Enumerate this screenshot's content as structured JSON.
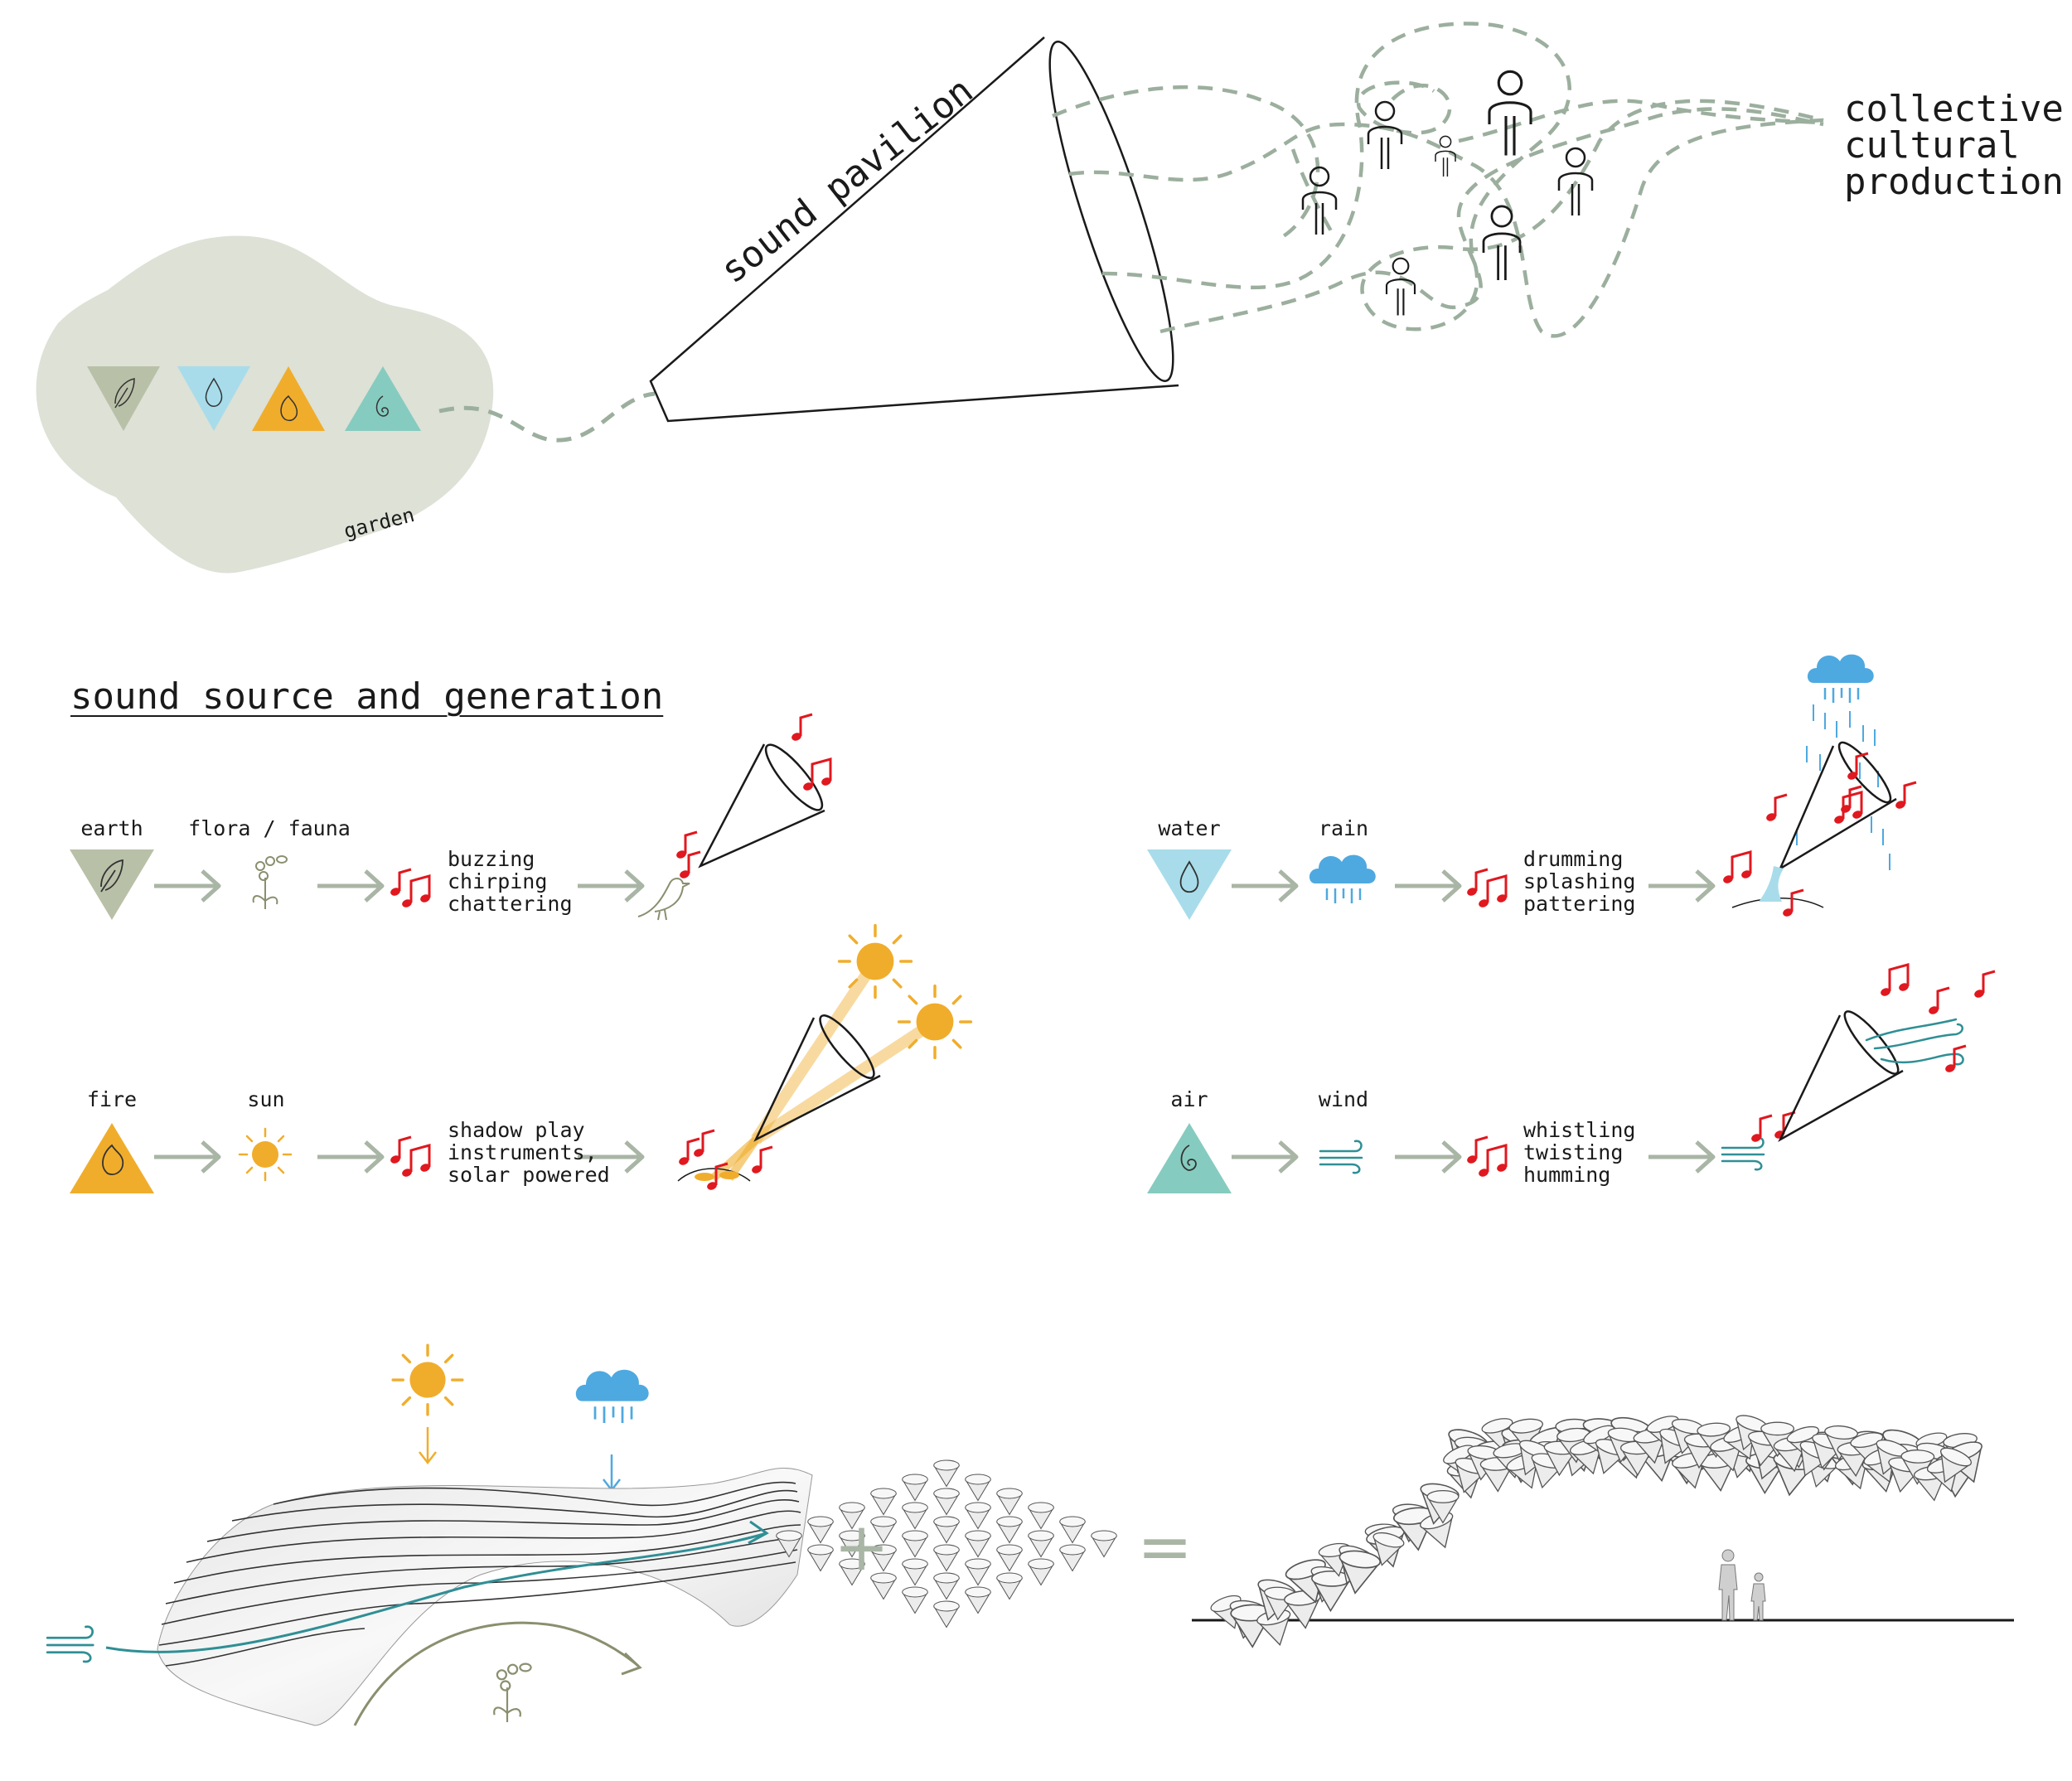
{
  "top": {
    "pavilion_label": "sound pavilion",
    "garden_label": "garden",
    "collective_lines": [
      "collective",
      "cultural",
      "production"
    ]
  },
  "section": {
    "heading": "sound source and generation"
  },
  "rows": [
    {
      "element": "earth",
      "source": "flora / fauna",
      "sounds": [
        "buzzing",
        "chirping",
        "chattering"
      ]
    },
    {
      "element": "water",
      "source": "rain",
      "sounds": [
        "drumming",
        "splashing",
        "pattering"
      ]
    },
    {
      "element": "fire",
      "source": "sun",
      "sounds": [
        "shadow play",
        "instruments,",
        "solar powered"
      ]
    },
    {
      "element": "air",
      "source": "wind",
      "sounds": [
        "whistling",
        "twisting",
        "humming"
      ]
    }
  ],
  "colors": {
    "earth": "#b9c0a8",
    "water": "#a8dcea",
    "fire": "#f0ad2c",
    "air": "#86cbbf",
    "garden_blob": "#dde1d6",
    "dashed_path": "#9caf9e",
    "arrow": "#a9b5a5",
    "note_red": "#e0181f",
    "sun": "#f0ad2c",
    "cloud": "#4ea9e0",
    "wind": "#2f8f95",
    "plant": "#8a8f6f"
  },
  "icons": [
    "leaf-icon",
    "drop-icon",
    "flame-icon",
    "swirl-icon",
    "sun-icon",
    "cloud-rain-icon",
    "wind-icon",
    "plant-icon",
    "bird-icon",
    "music-note-icon",
    "person-icon",
    "cone-icon"
  ],
  "bottom": {
    "plus_symbol": "+",
    "equals_symbol": "="
  }
}
